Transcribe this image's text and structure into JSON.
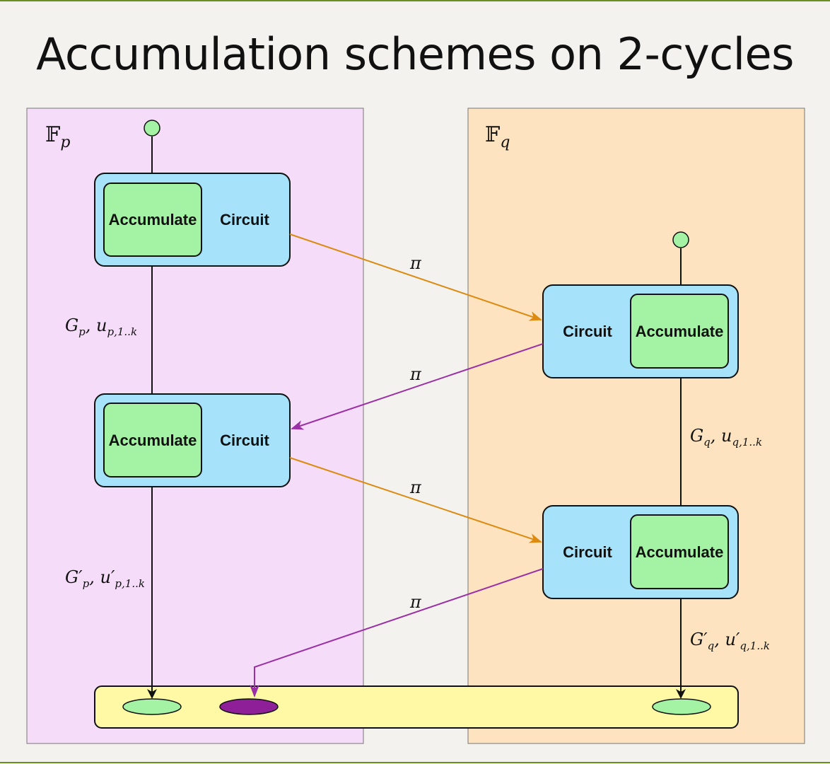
{
  "title": "Accumulation schemes on 2-cycles",
  "fields": {
    "left": {
      "symbol": "𝔽",
      "subscript": "p",
      "color": "#f5dcf8"
    },
    "right": {
      "symbol": "𝔽",
      "subscript": "q",
      "color": "#fde3bf"
    }
  },
  "nodes": {
    "accumulate_label": "Accumulate",
    "circuit_label": "Circuit"
  },
  "edges": {
    "pi": "π",
    "left_mid": {
      "base": "G",
      "sub": "p",
      "rest": ", u",
      "sub2": "p,1..k"
    },
    "left_low": {
      "base": "G′",
      "sub": "p",
      "rest": ", u′",
      "sub2": "p,1..k"
    },
    "right_mid": {
      "base": "G",
      "sub": "q",
      "rest": ", u",
      "sub2": "q,1..k"
    },
    "right_low": {
      "base": "G′",
      "sub": "q",
      "rest": ", u′",
      "sub2": "q,1..k"
    }
  },
  "colors": {
    "circuit": "#a6e3fb",
    "accumulate": "#a4f2a4",
    "output_bar": "#fff9a6",
    "orange_arrow": "#dc8a10",
    "purple_arrow": "#9b2fa6",
    "purple_node": "#8e1f99",
    "green_node": "#a4f2a4"
  }
}
